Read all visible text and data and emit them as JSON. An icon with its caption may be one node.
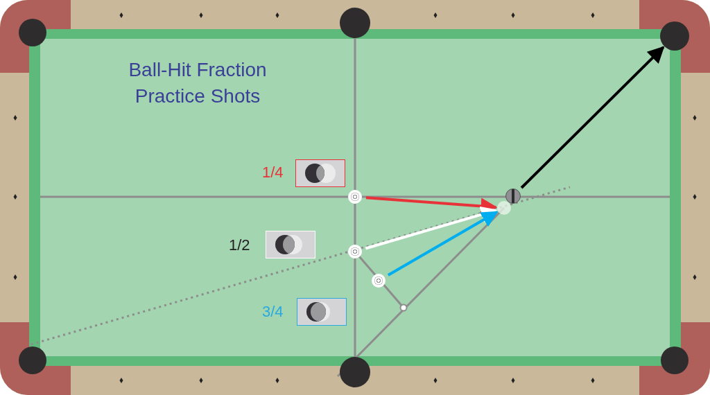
{
  "diagram": {
    "title": "Ball-Hit Fraction Practice Shots",
    "nodes": [
      {
        "text": [],
        "shape": "circle"
      },
      {
        "text": [],
        "shape": "circle"
      },
      {
        "text": [],
        "shape": "circle"
      },
      {
        "text": [],
        "shape": "circle"
      },
      {
        "text": [],
        "shape": "circle"
      },
      {
        "text": [],
        "shape": "circle"
      }
    ],
    "edges": [
      {
        "from": 0,
        "to": 3,
        "arrow": "to",
        "color": "#e8323a"
      },
      {
        "from": 1,
        "to": 3,
        "arrow": "to",
        "color": "#ffffff"
      },
      {
        "from": 2,
        "to": 3,
        "arrow": "to",
        "color": "#00aeef"
      },
      {
        "from": 4,
        "to": 5,
        "arrow": "to",
        "color": "#000000"
      }
    ],
    "labels": [
      "1/4",
      "1/2",
      "3/4"
    ]
  }
}
